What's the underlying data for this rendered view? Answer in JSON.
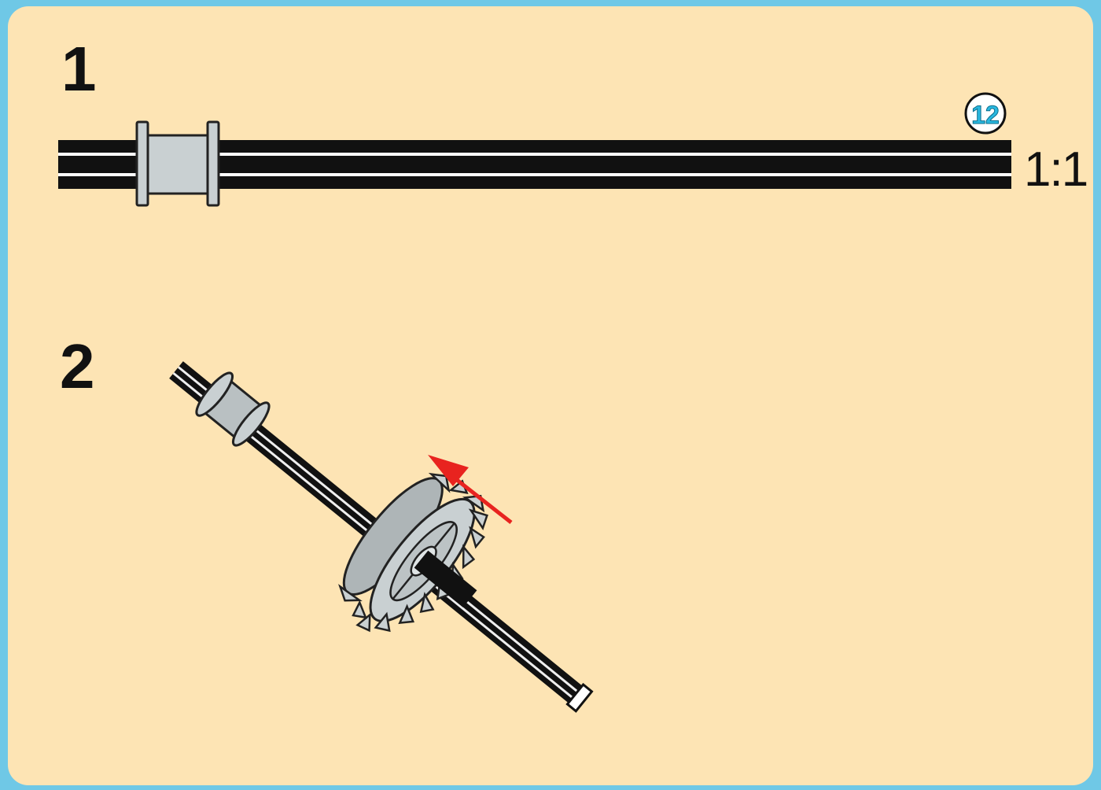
{
  "step1": {
    "number": "1",
    "axle_length_badge": "12",
    "scale_label": "1:1"
  },
  "step2": {
    "number": "2"
  },
  "colors": {
    "frame": "#6fc8e6",
    "background": "#fde4b4",
    "part_gray": "#c9d0d2",
    "axle_black": "#111111",
    "arrow_red": "#e8231f",
    "badge_text": "#2ab8e0"
  },
  "icons": [
    "bush-icon",
    "axle-icon",
    "gear-20-tooth-double-bevel-icon",
    "insert-direction-arrow-icon"
  ]
}
